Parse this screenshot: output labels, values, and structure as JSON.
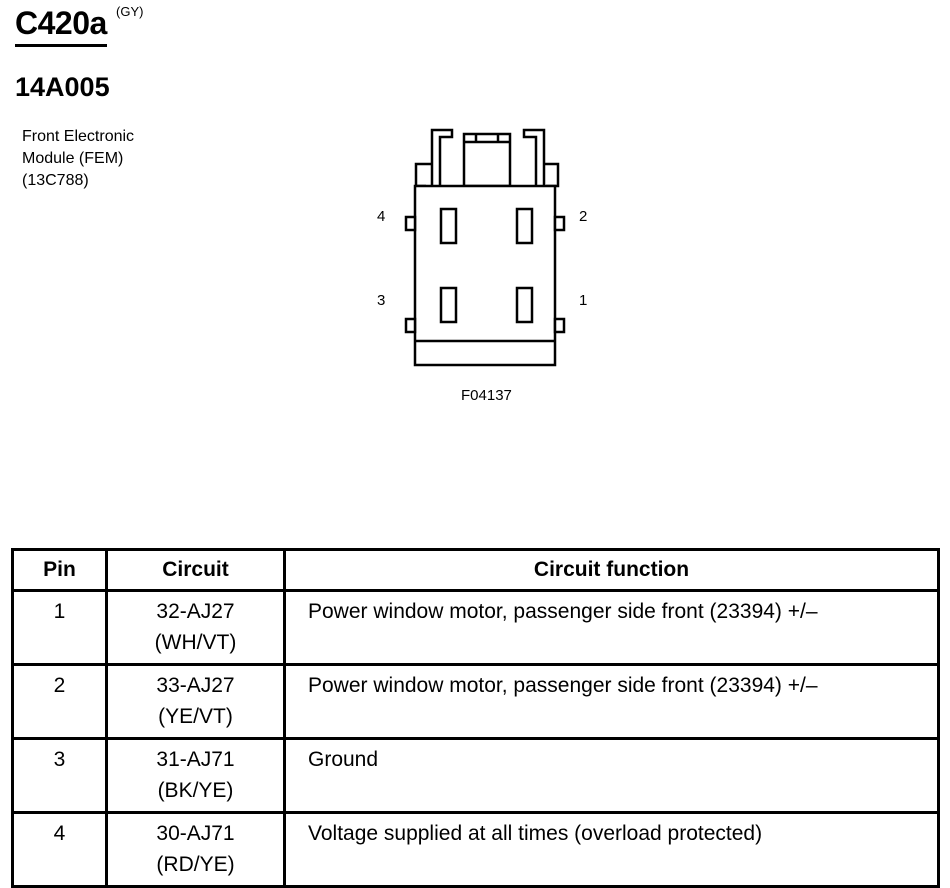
{
  "connector": {
    "id": "C420a",
    "color_code": "(GY)",
    "part_number": "14A005"
  },
  "component": {
    "line1": "Front Electronic",
    "line2": "Module (FEM)",
    "line3": "(13C788)"
  },
  "diagram": {
    "pin_labels": {
      "p1": "1",
      "p2": "2",
      "p3": "3",
      "p4": "4"
    },
    "figure_id": "F04137"
  },
  "table": {
    "headers": {
      "pin": "Pin",
      "circuit": "Circuit",
      "function": "Circuit function"
    },
    "rows": [
      {
        "pin": "1",
        "circuit": "32-AJ27",
        "color": "(WH/VT)",
        "function": "Power window motor, passenger side front (23394) +/–"
      },
      {
        "pin": "2",
        "circuit": "33-AJ27",
        "color": "(YE/VT)",
        "function": "Power window motor, passenger side front (23394) +/–"
      },
      {
        "pin": "3",
        "circuit": "31-AJ71",
        "color": "(BK/YE)",
        "function": "Ground"
      },
      {
        "pin": "4",
        "circuit": "30-AJ71",
        "color": "(RD/YE)",
        "function": "Voltage supplied at all times (overload protected)"
      }
    ]
  }
}
